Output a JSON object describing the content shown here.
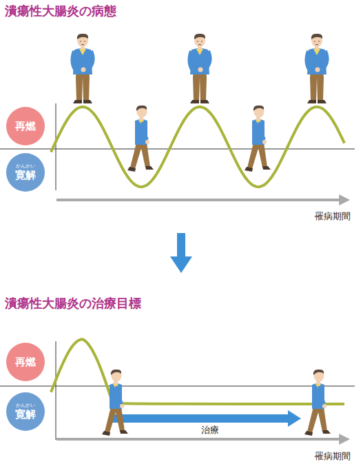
{
  "diagram": {
    "title": "潰瘍性大腸炎の病態",
    "nodes": [
      {
        "text": [
          "再燃"
        ]
      },
      {
        "text": [
          "寛解",
          "かんかい"
        ]
      },
      {
        "text": [
          "再燃"
        ]
      },
      {
        "text": [
          "寛解",
          "かんかい"
        ]
      }
    ],
    "labels": [
      "罹病期間",
      "潰瘍性大腸炎の治療目標",
      "治療",
      "罹病期間"
    ]
  }
}
